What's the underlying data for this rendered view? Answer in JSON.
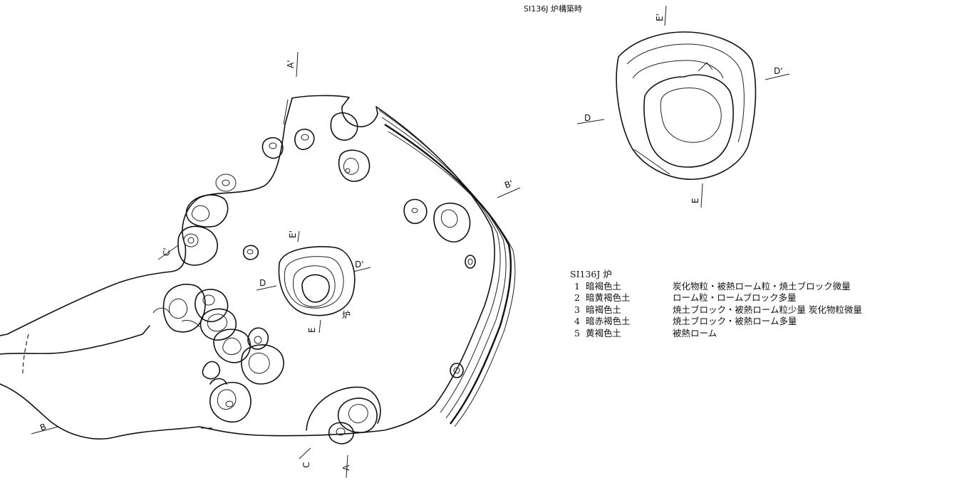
{
  "inset_title": "SI136J 炉構築時",
  "hearth_label": "炉",
  "sections": {
    "A": "A",
    "A_prime": "A'",
    "B": "B",
    "B_prime": "B'",
    "C": "C",
    "C_prime": "C'",
    "D": "D",
    "D_prime": "D'",
    "E": "E",
    "E_prime": "E'"
  },
  "legend": {
    "title": "SI136J 炉",
    "layers": [
      {
        "no": "1",
        "name": "暗褐色土",
        "desc": "炭化物粒・被熱ローム粒・焼土ブロック微量"
      },
      {
        "no": "2",
        "name": "暗黄褐色土",
        "desc": "ローム粒・ロームブロック多量"
      },
      {
        "no": "3",
        "name": "暗褐色土",
        "desc": "焼土ブロック・被熱ローム粒少量 炭化物粒微量"
      },
      {
        "no": "4",
        "name": "暗赤褐色土",
        "desc": "焼土ブロック・被熱ローム多量"
      },
      {
        "no": "5",
        "name": "黄褐色土",
        "desc": "被熱ローム"
      }
    ]
  }
}
